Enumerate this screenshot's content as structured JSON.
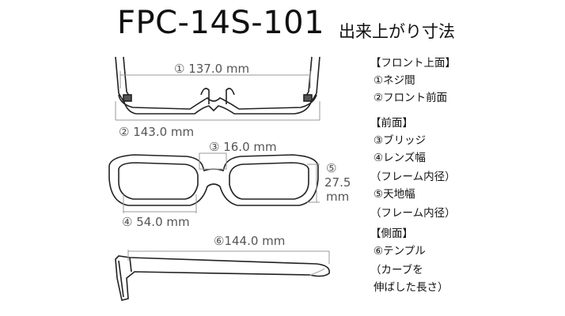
{
  "title": {
    "model": "FPC-14S-101",
    "subtitle": "出来上がり寸法"
  },
  "dimensions": {
    "screw_span": "① 137.0 mm",
    "front_width": "② 143.0 mm",
    "bridge": "③ 16.0 mm",
    "height_num": "⑤",
    "height_val": "27.5",
    "height_unit": "mm",
    "lens_width": "④ 54.0 mm",
    "temple": "⑥144.0 mm"
  },
  "legend": {
    "top_header": "【フロント上面】",
    "top_items": [
      "①ネジ間",
      "②フロント前面"
    ],
    "front_header": "【前面】",
    "front_items": [
      "③ブリッジ",
      "④レンズ幅",
      "（フレーム内径）",
      "⑤天地幅",
      "（フレーム内径）"
    ],
    "side_header": "【側面】",
    "side_items": [
      "⑥テンプル",
      "（カーブを",
      "伸ばした長さ）"
    ]
  }
}
